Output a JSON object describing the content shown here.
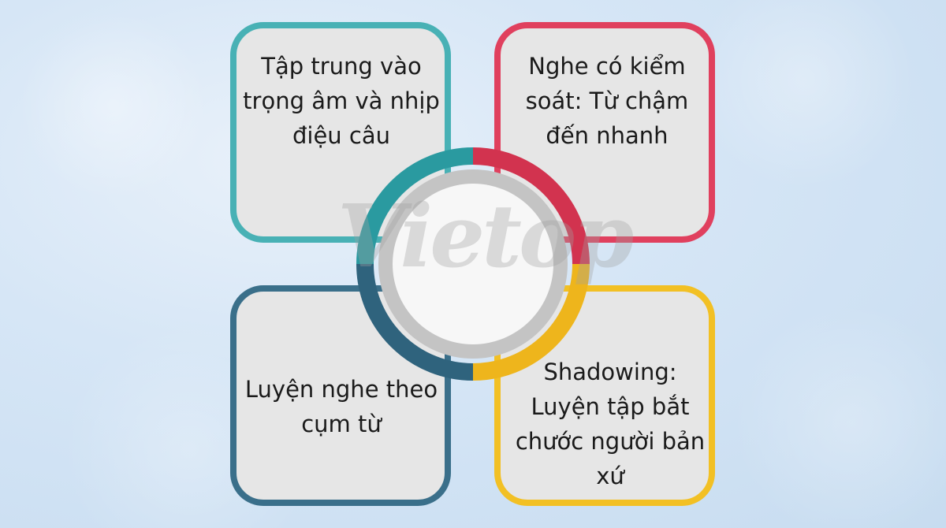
{
  "cards": {
    "top_left": "Tập trung vào trọng âm và nhịp điệu câu",
    "top_right": "Nghe có kiểm soát: Từ chậm đến nhanh",
    "bottom_left": "Luyện nghe theo cụm từ",
    "bottom_right": "Shadowing: Luyện tập bắt chước người bản xứ"
  },
  "watermark": "Vietop",
  "colors": {
    "top_left": "#48b1b5",
    "top_right": "#e0405e",
    "bottom_left": "#3a6f8a",
    "bottom_right": "#f2c024",
    "card_fill": "#e6e6e6",
    "center_ring": "#c4c4c4"
  }
}
